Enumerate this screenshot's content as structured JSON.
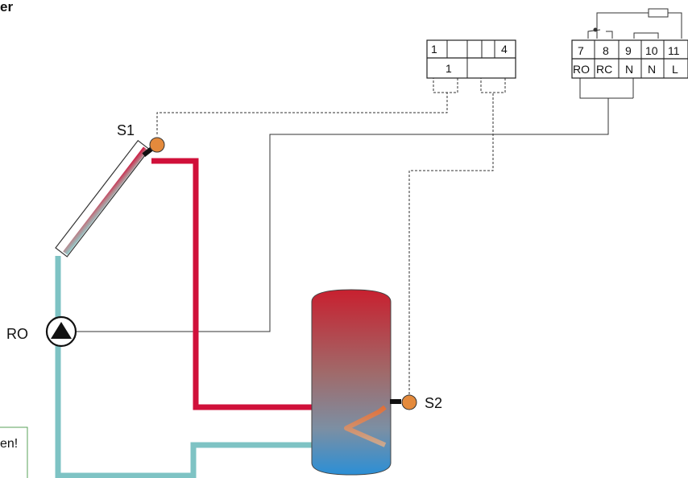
{
  "header": {
    "title_fragment": "er"
  },
  "colors": {
    "hot_pipe": "#d0103a",
    "cold_pipe": "#7ec3c4",
    "sensor": "#e48a3c",
    "note_border": "#5aa05a"
  },
  "sensors": {
    "s1": "S1",
    "s2": "S2"
  },
  "pump": {
    "label": "RO"
  },
  "module_small": {
    "top_left": "1",
    "top_right": "4",
    "bottom_left": "1"
  },
  "terminal_block": {
    "numbers": [
      "7",
      "8",
      "9",
      "10",
      "11"
    ],
    "labels": [
      "RO",
      "RC",
      "N",
      "N",
      "L"
    ]
  },
  "note": {
    "text_fragment": "en!"
  }
}
